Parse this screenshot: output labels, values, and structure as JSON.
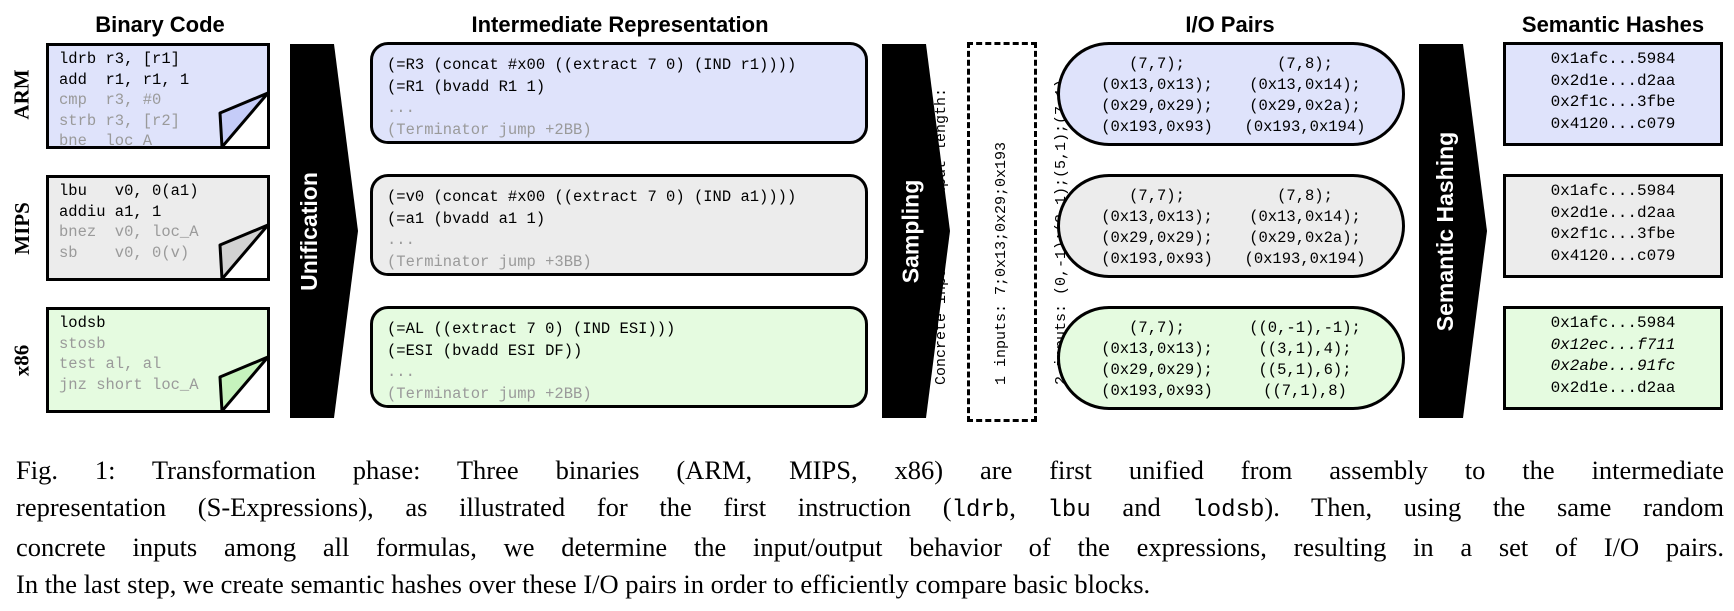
{
  "headers": {
    "binary": "Binary Code",
    "ir": "Intermediate Representation",
    "io": "I/O Pairs",
    "hashes": "Semantic Hashes"
  },
  "stages": {
    "unification": "Unification",
    "sampling": "Sampling",
    "hashing": "Semantic Hashing"
  },
  "rows": [
    {
      "label": "ARM",
      "fill": "#dfe3fb",
      "fold": "#c5ccf8",
      "code": [
        "ldrb r3, [r1]",
        "add  r1, r1, 1",
        "cmp  r3, #0",
        "strb r3, [r2]",
        "bne  loc_A"
      ],
      "code_gray_from": 2,
      "ir": [
        "(=R3 (concat #x00 ((extract 7 0) (IND r1))))",
        "(=R1 (bvadd R1 1)",
        "...",
        "(Terminator jump +2BB)"
      ],
      "io_left": [
        "(7,7);",
        "(0x13,0x13);",
        "(0x29,0x29);",
        "(0x193,0x93)"
      ],
      "io_right": [
        "(7,8);",
        "(0x13,0x14);",
        "(0x29,0x2a);",
        "(0x193,0x194)"
      ],
      "hashes": [
        "0x1afc...5984",
        "0x2d1e...d2aa",
        "0x2f1c...3fbe",
        "0x4120...c079"
      ],
      "hash_italic": [
        false,
        false,
        false,
        false
      ]
    },
    {
      "label": "MIPS",
      "fill": "#ececec",
      "fold": "#d2d2d2",
      "code": [
        "lbu   v0, 0(a1)",
        "addiu a1, 1",
        "bnez  v0, loc_A",
        "sb    v0, 0(v)"
      ],
      "code_gray_from": 2,
      "ir": [
        "(=v0 (concat #x00 ((extract 7 0) (IND a1))))",
        "(=a1 (bvadd a1 1)",
        "...",
        "(Terminator jump +3BB)"
      ],
      "io_left": [
        "(7,7);",
        "(0x13,0x13);",
        "(0x29,0x29);",
        "(0x193,0x93)"
      ],
      "io_right": [
        "(7,8);",
        "(0x13,0x14);",
        "(0x29,0x2a);",
        "(0x193,0x194)"
      ],
      "hashes": [
        "0x1afc...5984",
        "0x2d1e...d2aa",
        "0x2f1c...3fbe",
        "0x4120...c079"
      ],
      "hash_italic": [
        false,
        false,
        false,
        false
      ]
    },
    {
      "label": "x86",
      "fill": "#e5fbe0",
      "fold": "#c6f3bd",
      "code": [
        "lodsb",
        "stosb",
        "test al, al",
        "jnz short loc_A"
      ],
      "code_gray_from": 1,
      "ir": [
        "(=AL ((extract 7 0) (IND ESI)))",
        "(=ESI (bvadd ESI DF))",
        "...",
        "(Terminator jump +2BB)"
      ],
      "io_left": [
        "(7,7);",
        "(0x13,0x13);",
        "(0x29,0x29);",
        "(0x193,0x93)"
      ],
      "io_right": [
        "((0,-1),-1);",
        "((3,1),4);",
        "((5,1),6);",
        "((7,1),8)"
      ],
      "hashes": [
        "0x1afc...5984",
        "0x12ec...f711",
        "0x2abe...91fc",
        "0x2d1e...d2aa"
      ],
      "hash_italic": [
        false,
        true,
        true,
        false
      ]
    }
  ],
  "concrete": {
    "title": "Concrete inputs per input length:",
    "line1": "1 inputs: 7;0x13;0x29;0x193",
    "line2": "2 inputs: (0,-1);(3,1);(5,1);(7,1)"
  },
  "caption": {
    "line1": "Fig. 1: Transformation phase: Three binaries (ARM, MIPS, x86) are first unified from assembly to the intermediate",
    "line2a": "representation (S-Expressions), as illustrated for the first instruction (",
    "mono1": "ldrb",
    "sep1": ", ",
    "mono2": "lbu",
    "sep2": " and ",
    "mono3": "lodsb",
    "line2b": "). Then, using the same random",
    "line3": "concrete inputs among all formulas, we determine the input/output behavior of the expressions, resulting in a set of I/O pairs.",
    "line4": "In the last step, we create semantic hashes over these I/O pairs in order to efficiently compare basic blocks."
  }
}
